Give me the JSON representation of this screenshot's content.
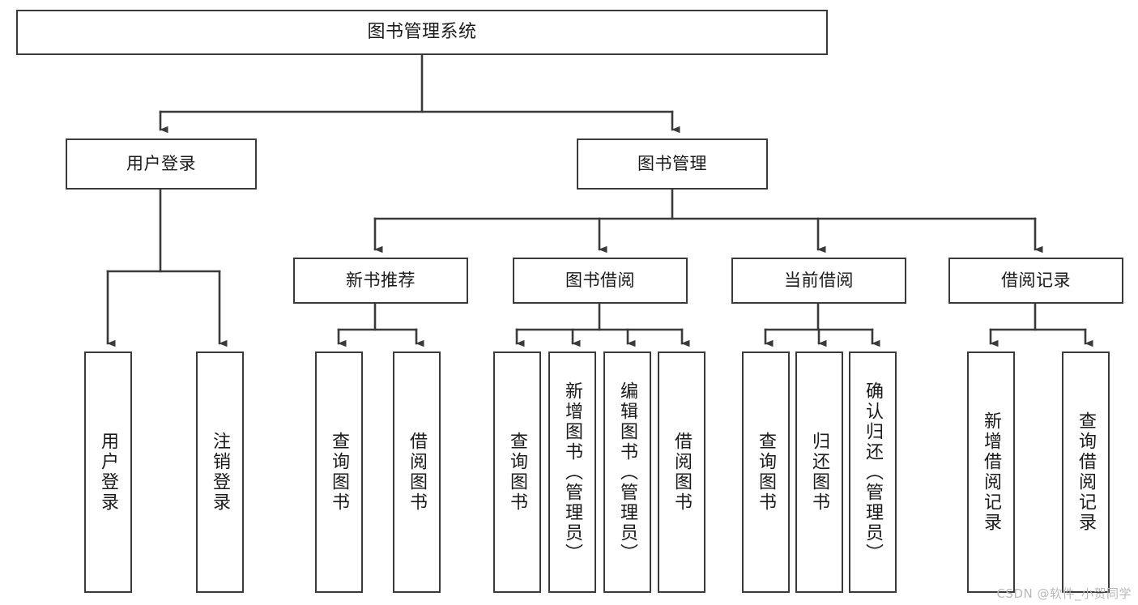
{
  "diagram": {
    "title": "图书管理系统",
    "type": "tree-hierarchy",
    "colors": {
      "box_border": "#3a3a3a",
      "box_fill": "#ffffff",
      "edge": "#3a3a3a",
      "text": "#1a1a1a",
      "watermark": "#b9b9b9",
      "background": "#ffffff"
    }
  },
  "nodes": {
    "root": {
      "label": "图书管理系统"
    },
    "level2": [
      {
        "label": "用户登录"
      },
      {
        "label": "图书管理"
      }
    ],
    "level3": [
      {
        "label": "新书推荐"
      },
      {
        "label": "图书借阅"
      },
      {
        "label": "当前借阅"
      },
      {
        "label": "借阅记录"
      }
    ],
    "leaves": {
      "user_login": [
        {
          "label": "用户登录"
        },
        {
          "label": "注销登录"
        }
      ],
      "new_book_recommend": [
        {
          "label": "查询图书"
        },
        {
          "label": "借阅图书"
        }
      ],
      "book_borrow": [
        {
          "label": "查询图书"
        },
        {
          "label": "新增图书（管理员）"
        },
        {
          "label": "编辑图书（管理员）"
        },
        {
          "label": "借阅图书"
        }
      ],
      "current_borrow": [
        {
          "label": "查询图书"
        },
        {
          "label": "归还图书"
        },
        {
          "label": "确认归还（管理员）"
        }
      ],
      "borrow_record": [
        {
          "label": "新增借阅记录"
        },
        {
          "label": "查询借阅记录"
        }
      ]
    }
  },
  "watermark": {
    "text": "CSDN @软件_小贺同学"
  }
}
